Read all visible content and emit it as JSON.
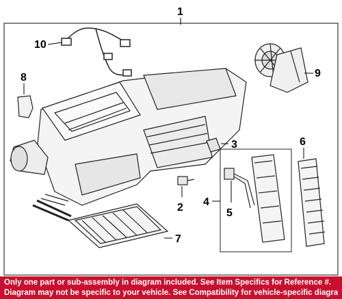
{
  "callouts": [
    "1",
    "2",
    "3",
    "4",
    "5",
    "6",
    "7",
    "8",
    "9",
    "10"
  ],
  "footer": {
    "line1": "Only one part or sub-assembly in diagram included. See Item Specifics for Reference #.",
    "line2": "Diagram may not be specific to your vehicle. See Compatibility for vehicle-specific diagrams."
  },
  "colors": {
    "footer_bg": "#c8102e",
    "line": "#000000",
    "frame": "#333333"
  }
}
